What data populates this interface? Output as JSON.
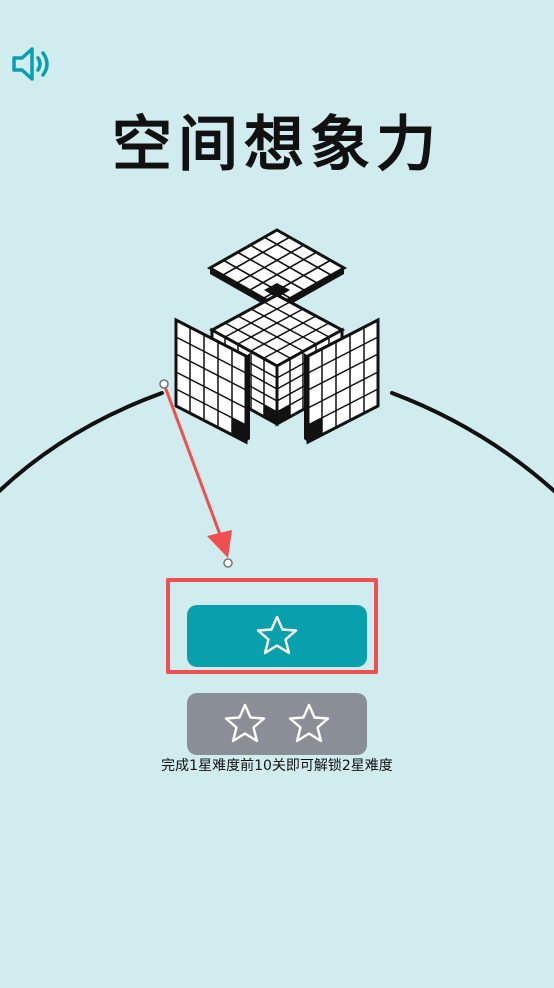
{
  "header": {
    "title": "空间想象力",
    "sound_icon": "speaker-icon"
  },
  "levels": [
    {
      "stars": 1,
      "state": "unlocked",
      "color": "#08a0ac",
      "highlighted": true
    },
    {
      "stars": 2,
      "state": "locked",
      "color": "#8a8e97"
    }
  ],
  "unlock_hint": "完成1星难度前10关即可解锁2星难度",
  "colors": {
    "background": "#d0ecee",
    "accent": "#08a0ac",
    "locked": "#8a8e97",
    "annotation": "#ee5050"
  }
}
